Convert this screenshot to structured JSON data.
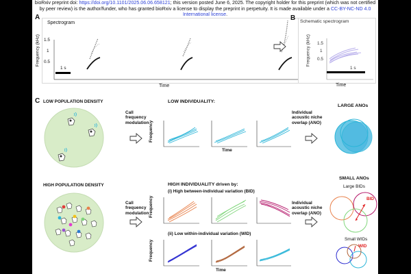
{
  "preprint_notice": {
    "line1": "bioRxiv preprint doi: ",
    "doi": "https://doi.org/10.1101/2025.06.06.658121",
    "line1_rest": "; this version posted June 6, 2025. The copyright holder for this preprint (which was not certified by peer review) is the author/funder, who has granted bioRxiv a license to display the preprint in perpetuity. It is made available under a",
    "license": "CC-BY-NC-ND 4.0 International license",
    "period": "."
  },
  "panel_a": {
    "label": "A",
    "title": "Spectrogram",
    "ylabel": "Frequency (kHz)",
    "yticks": [
      "1.5",
      "1",
      "0.5"
    ],
    "xlabel": "Time",
    "scalebar": "1 s"
  },
  "panel_b": {
    "label": "B",
    "title": "Schematic spectrogram",
    "ylabel": "Frequency (kHz)",
    "yticks": [
      "1.5",
      "1",
      "0.5"
    ],
    "xlabel": "Time",
    "scalebar": "1 s"
  },
  "panel_c": {
    "label": "C",
    "low_density": "LOW POPULATION DENSITY",
    "high_density": "HIGH POPULATION DENSITY",
    "call_freq_mod_1": "Call",
    "call_freq_mod_2": "frequency",
    "call_freq_mod_3": "modulation",
    "low_individuality": "LOW INDIVIDUALITY:",
    "high_individuality": "HIGH INDIVIDUALITY driven by:",
    "bid_label": "(i) High between-individual variation (BID)",
    "wid_label": "(ii) Low within-individual variation (WID)",
    "ano_1": "Individual",
    "ano_2": "acoustic niche",
    "ano_3": "overlap (ANO)",
    "large_anos": "LARGE ANOs",
    "small_anos": "SMALL ANOs",
    "large_bids": "Large BIDs",
    "small_wids": "Small WIDs",
    "bid_tag": "BID",
    "wid_tag": "WID",
    "freq_axis": "Frequency",
    "time_axis": "Time"
  },
  "colors": {
    "low_curves": "#2bb5d8",
    "bid_orange": "#e8804a",
    "bid_green": "#7fd67a",
    "bid_magenta": "#b5196b",
    "wid_blue": "#2a2ad0",
    "wid_brown": "#b0643a",
    "wid_cyan": "#2bb5d8",
    "habitat": "#d8ecc8",
    "schematic": "#b9b0ec"
  }
}
